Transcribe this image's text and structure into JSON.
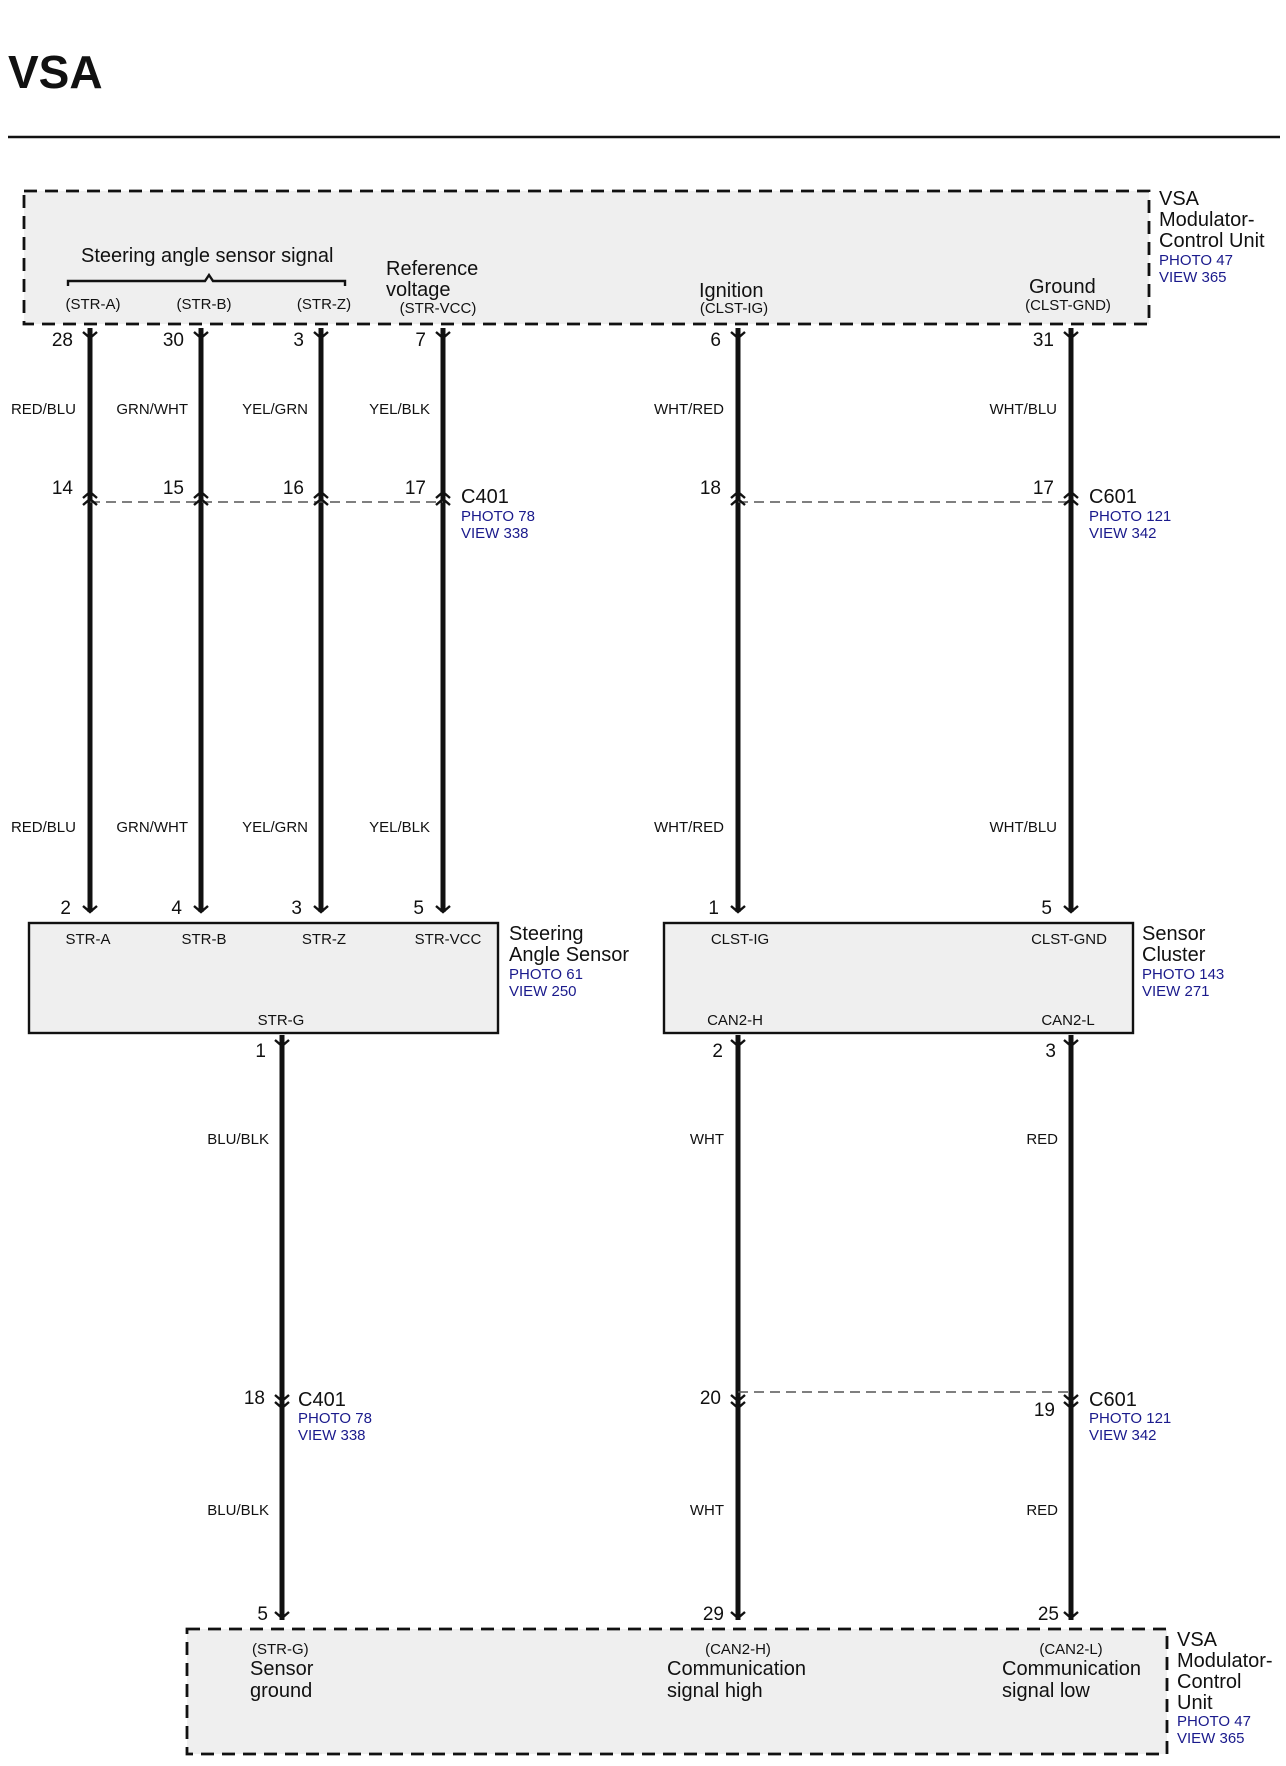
{
  "page_title": "VSA",
  "top_unit": {
    "name": [
      "VSA",
      "Modulator-",
      "Control Unit"
    ],
    "photo": "PHOTO 47",
    "view": "VIEW 365",
    "group_label": "Steering angle sensor signal",
    "ref_voltage_label": [
      "Reference",
      "voltage"
    ],
    "ignition_label": "Ignition",
    "ground_label": "Ground",
    "terminals": [
      "(STR-A)",
      "(STR-B)",
      "(STR-Z)",
      "(STR-VCC)",
      "(CLST-IG)",
      "(CLST-GND)"
    ]
  },
  "upper_wires": [
    {
      "top_pin": "28",
      "color": "RED/BLU",
      "mid_pin": "14",
      "bottom_pin": "2"
    },
    {
      "top_pin": "30",
      "color": "GRN/WHT",
      "mid_pin": "15",
      "bottom_pin": "4"
    },
    {
      "top_pin": "3",
      "color": "YEL/GRN",
      "mid_pin": "16",
      "bottom_pin": "3"
    },
    {
      "top_pin": "7",
      "color": "YEL/BLK",
      "mid_pin": "17",
      "bottom_pin": "5"
    },
    {
      "top_pin": "6",
      "color": "WHT/RED",
      "mid_pin": "18",
      "bottom_pin": "1"
    },
    {
      "top_pin": "31",
      "color": "WHT/BLU",
      "mid_pin": "17",
      "bottom_pin": "5"
    }
  ],
  "connector_upper_left": {
    "name": "C401",
    "photo": "PHOTO 78",
    "view": "VIEW 338"
  },
  "connector_upper_right": {
    "name": "C601",
    "photo": "PHOTO 121",
    "view": "VIEW 342"
  },
  "steering_sensor": {
    "name": [
      "Steering",
      "Angle Sensor"
    ],
    "photo": "PHOTO 61",
    "view": "VIEW 250",
    "terminals": [
      "STR-A",
      "STR-B",
      "STR-Z",
      "STR-VCC"
    ],
    "bottom_terminal": "STR-G"
  },
  "sensor_cluster": {
    "name": [
      "Sensor",
      "Cluster"
    ],
    "photo": "PHOTO 143",
    "view": "VIEW 271",
    "terminals": [
      "CLST-IG",
      "CLST-GND"
    ],
    "bottom_terminals": [
      "CAN2-H",
      "CAN2-L"
    ]
  },
  "lower_wires": [
    {
      "top_pin": "1",
      "color": "BLU/BLK",
      "mid_pin": "18",
      "bottom_pin": "5"
    },
    {
      "top_pin": "2",
      "color": "WHT",
      "mid_pin": "20",
      "bottom_pin": "29"
    },
    {
      "top_pin": "3",
      "color": "RED",
      "mid_pin": "19",
      "bottom_pin": "25"
    }
  ],
  "connector_lower_left": {
    "name": "C401",
    "photo": "PHOTO 78",
    "view": "VIEW 338"
  },
  "connector_lower_right": {
    "name": "C601",
    "photo": "PHOTO 121",
    "view": "VIEW 342"
  },
  "bottom_unit": {
    "name": [
      "VSA",
      "Modulator-",
      "Control",
      "Unit"
    ],
    "photo": "PHOTO 47",
    "view": "VIEW 365",
    "terminals": [
      "(STR-G)",
      "(CAN2-H)",
      "(CAN2-L)"
    ],
    "sensor_ground": [
      "Sensor",
      "ground"
    ],
    "comm_high": [
      "Communication",
      "signal high"
    ],
    "comm_low": [
      "Communication",
      "signal low"
    ]
  }
}
